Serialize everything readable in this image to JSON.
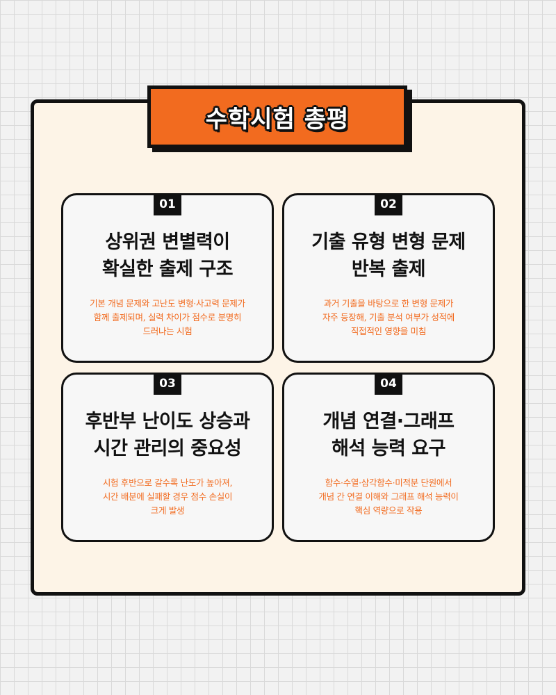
{
  "title": "수학시험 총평",
  "colors": {
    "accent": "#f26b1f",
    "outline": "#111111",
    "panel": "#fdf4e7",
    "card": "#f7f7f7"
  },
  "cards": [
    {
      "number": "01",
      "title_lines": [
        "상위권 변별력이",
        "확실한 출제 구조"
      ],
      "desc_lines": [
        "기본 개념 문제와 고난도 변형·사고력 문제가",
        "함께 출제되며, 실력 차이가 점수로 분명히",
        "드러나는 시험"
      ]
    },
    {
      "number": "02",
      "title_lines": [
        "기출 유형 변형 문제",
        "반복 출제"
      ],
      "desc_lines": [
        "과거 기출을 바탕으로 한 변형 문제가",
        "자주 등장해, 기출 분석 여부가 성적에",
        "직접적인 영향을 미침"
      ]
    },
    {
      "number": "03",
      "title_lines": [
        "후반부 난이도 상승과",
        "시간 관리의 중요성"
      ],
      "desc_lines": [
        "시험 후반으로 갈수록 난도가 높아져,",
        "시간 배분에 실패할 경우 점수 손실이",
        "크게 발생"
      ]
    },
    {
      "number": "04",
      "title_lines": [
        "개념 연결·그래프",
        "해석 능력 요구"
      ],
      "desc_lines": [
        "함수·수열·삼각함수·미적분 단원에서",
        "개념 간 연결 이해와 그래프 해석 능력이",
        "핵심 역량으로 작용"
      ]
    }
  ]
}
